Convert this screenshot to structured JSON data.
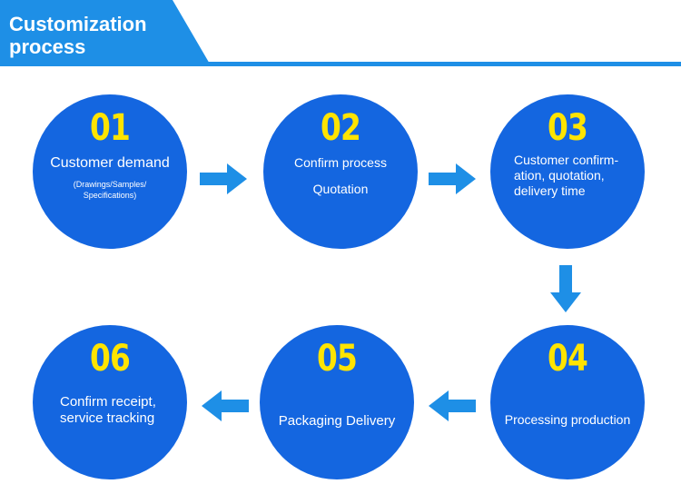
{
  "header": {
    "title": "Customization process"
  },
  "steps": [
    {
      "number": "01",
      "label": "Customer demand",
      "detail": "(Drawings/Samples/ Specifications)"
    },
    {
      "number": "02",
      "label": "Confirm process",
      "detail": "Quotation"
    },
    {
      "number": "03",
      "label": "Customer confirm- ation, quotation, delivery time"
    },
    {
      "number": "04",
      "label": "Processing production"
    },
    {
      "number": "05",
      "label": "Packaging Delivery"
    },
    {
      "number": "06",
      "label": "Confirm receipt, service tracking"
    }
  ],
  "colors": {
    "circle": "#1466e0",
    "number": "#ffe400",
    "header": "#1e8fe6",
    "arrow": "#1e8fe6"
  },
  "icons": {
    "arrow_right": "arrow-right-icon",
    "arrow_down": "arrow-down-icon",
    "arrow_left": "arrow-left-icon"
  }
}
